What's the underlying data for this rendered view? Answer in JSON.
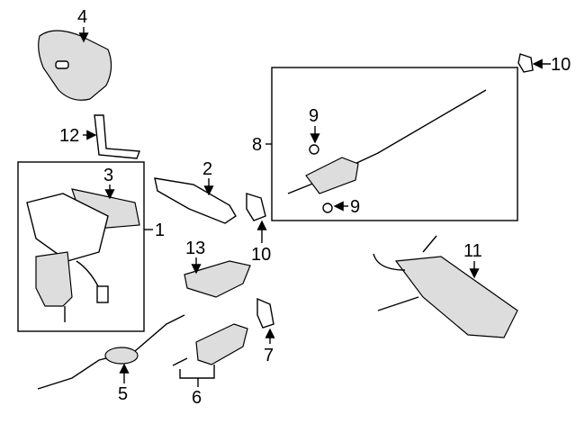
{
  "title": "Exhaust system parts diagram",
  "callouts": {
    "heat_shield_upper": "4",
    "bracket": "12",
    "manifold_heat_shield": "3",
    "manifold_assembly": "1",
    "manifold_gasket": "2",
    "lower_heat_shield": "13",
    "gasket_left": "10",
    "front_pipe": "5",
    "converter": "6",
    "converter_gasket": "7",
    "center_pipe_assembly": "8",
    "hanger_top": "9",
    "hanger_bottom": "9",
    "gasket_right": "10",
    "muffler": "11"
  }
}
